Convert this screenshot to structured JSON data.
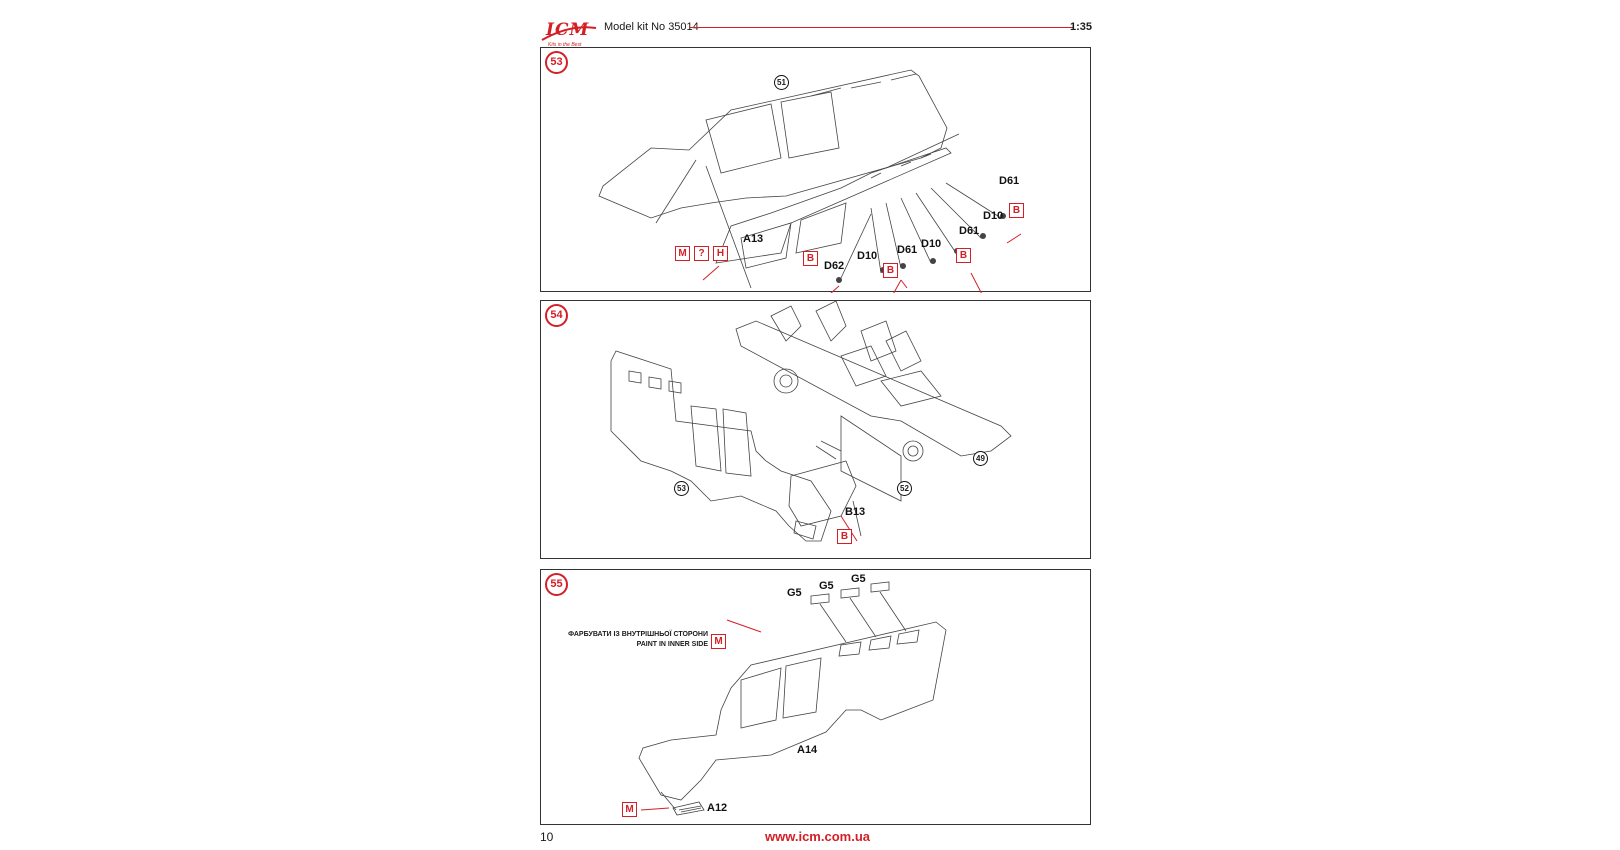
{
  "header": {
    "logo_text": "ICM",
    "logo_tagline": "Kits in the Best",
    "title": "Model kit No 35014",
    "scale": "1:35"
  },
  "colors": {
    "accent": "#d32027",
    "line": "#333333"
  },
  "steps": {
    "s53": {
      "number": "53",
      "circled_ref": "51",
      "parts": {
        "a13": "A13",
        "d61a": "D61",
        "d61b": "D61",
        "d61c": "D61",
        "d10a": "D10",
        "d10b": "D10",
        "d10c": "D10",
        "d62": "D62"
      },
      "paint": {
        "m": "M",
        "q": "?",
        "h": "H",
        "b1": "B",
        "b2": "B",
        "b3": "B",
        "b4": "B"
      }
    },
    "s54": {
      "number": "54",
      "circled_refs": {
        "r53": "53",
        "r52": "52",
        "r49": "49"
      },
      "parts": {
        "b13": "B13"
      },
      "paint": {
        "b": "B"
      }
    },
    "s55": {
      "number": "55",
      "parts": {
        "g5a": "G5",
        "g5b": "G5",
        "g5c": "G5",
        "a14": "A14",
        "a12": "A12"
      },
      "note_ua": "ФАРБУВАТИ ІЗ ВНУТРІШНЬОЇ СТОРОНИ",
      "note_en": "PAINT IN INNER SIDE",
      "paint": {
        "m1": "M",
        "m2": "M"
      }
    }
  },
  "footer": {
    "page": "10",
    "url": "www.icm.com.ua"
  }
}
